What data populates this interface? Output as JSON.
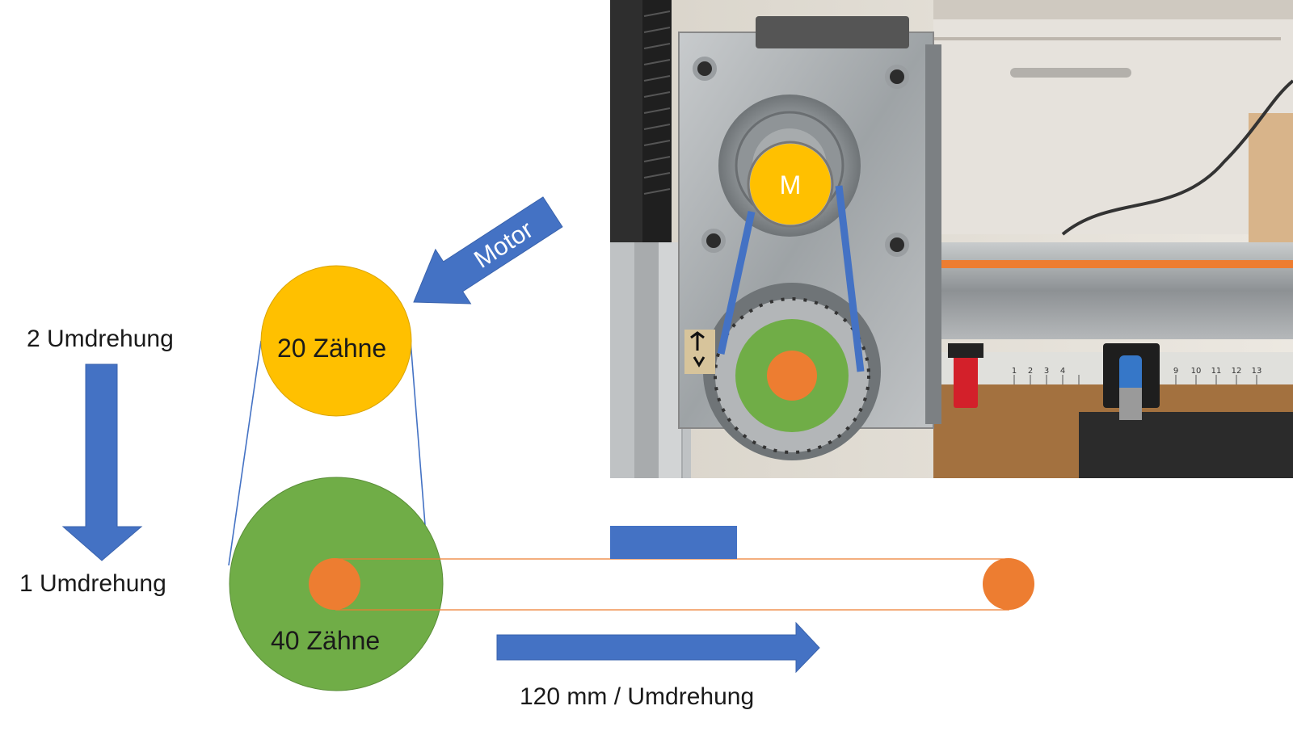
{
  "diagram": {
    "motor_arrow_label": "Motor",
    "small_gear_label": "20  Zähne",
    "large_gear_label": "40  Zähne",
    "top_rev_label": "2 Umdrehung",
    "bottom_rev_label": "1 Umdrehung",
    "travel_label": "120 mm / Umdrehung",
    "photo_motor_label": "M",
    "photo_ruler_numbers": [
      "1",
      "2",
      "3",
      "4",
      "9",
      "10",
      "11",
      "12",
      "13"
    ],
    "colors": {
      "small_gear": "#FFC000",
      "large_gear": "#70AD47",
      "hub": "#ED7D31",
      "arrow": "#4472C4",
      "belt_line": "#4472C4",
      "slide_belt": "#ED7D31"
    }
  }
}
